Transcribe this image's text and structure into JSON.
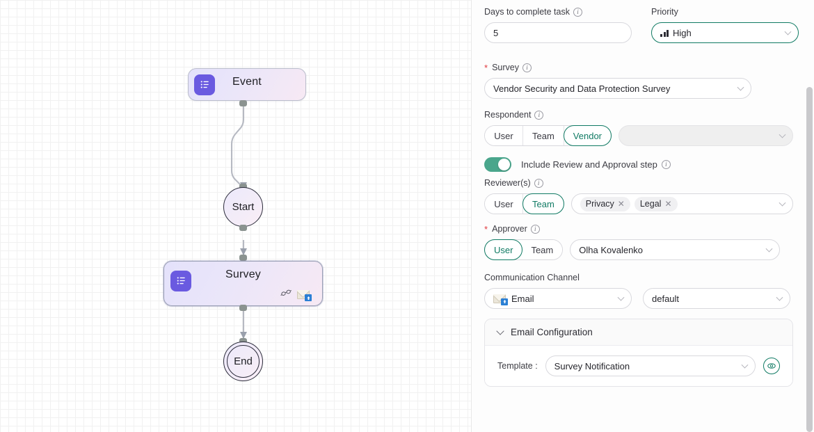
{
  "canvas": {
    "nodes": [
      {
        "id": "event",
        "label": "Event",
        "type": "task",
        "icon": "list-icon"
      },
      {
        "id": "start",
        "label": "Start",
        "type": "circle"
      },
      {
        "id": "survey",
        "label": "Survey",
        "type": "task",
        "icon": "list-icon",
        "badges": [
          "glasses-icon",
          "email-icon"
        ],
        "selected": true
      },
      {
        "id": "end",
        "label": "End",
        "type": "circle-double"
      }
    ]
  },
  "panel": {
    "days": {
      "label": "Days to complete task",
      "value": "5",
      "info": "info-icon"
    },
    "priority": {
      "label": "Priority",
      "value": "High",
      "icon": "bar-chart-icon"
    },
    "survey": {
      "label": "Survey",
      "required": "*",
      "value": "Vendor Security and Data Protection Survey"
    },
    "respondent": {
      "label": "Respondent",
      "options": [
        "User",
        "Team",
        "Vendor"
      ],
      "selected": "Vendor",
      "value": "",
      "placeholder": ""
    },
    "review_toggle": {
      "label": "Include Review and Approval step",
      "enabled": true
    },
    "reviewers": {
      "label": "Reviewer(s)",
      "options": [
        "User",
        "Team"
      ],
      "selected": "Team",
      "tags": [
        "Privacy",
        "Legal"
      ]
    },
    "approver": {
      "label": "Approver",
      "required": "*",
      "options": [
        "User",
        "Team"
      ],
      "selected": "User",
      "value": "Olha Kovalenko"
    },
    "communication": {
      "label": "Communication Channel",
      "channel": "Email",
      "variant": "default"
    },
    "email_config": {
      "title": "Email Configuration",
      "template_label": "Template :",
      "template_value": "Survey Notification",
      "preview_icon": "eye-icon"
    }
  },
  "colors": {
    "accent_green": "#0f7a63",
    "toggle_on": "#4aa68c",
    "node_icon_purple": "#6a5ae0",
    "required_red": "#e0393e"
  }
}
